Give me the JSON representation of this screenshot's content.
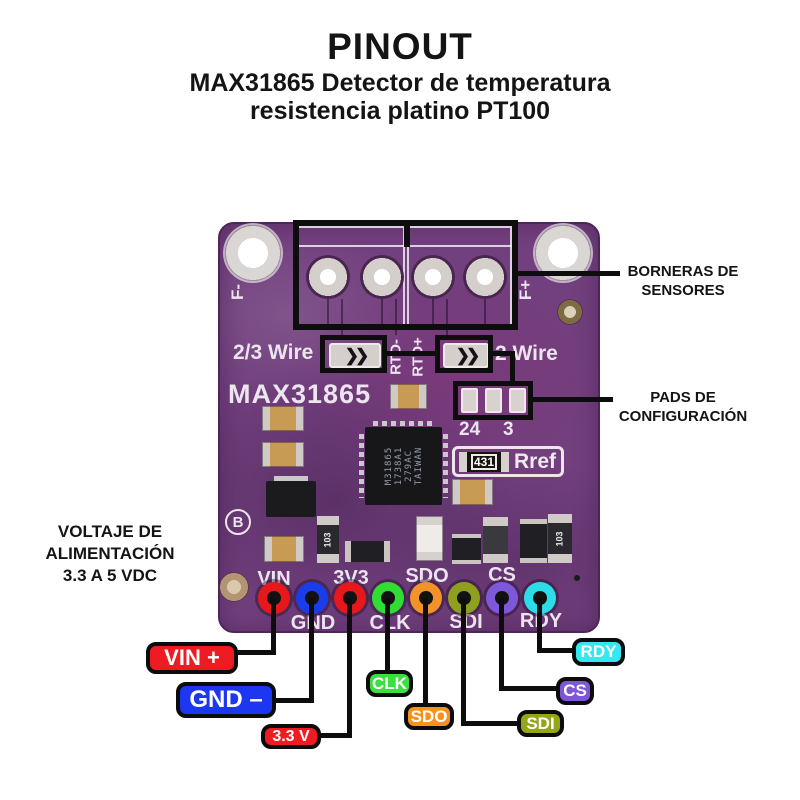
{
  "header": {
    "title": "PINOUT",
    "subtitle": [
      "MAX31865 Detector de temperatura",
      "resistencia platino PT100"
    ]
  },
  "callouts": {
    "sensor_terminals": {
      "line1": "BORNERAS DE",
      "line2": "SENSORES"
    },
    "config_pads": {
      "line1": "PADS DE",
      "line2": "CONFIGURACIÓN"
    },
    "supply_voltage": {
      "line1": "VOLTAJE DE",
      "line2": "ALIMENTACIÓN",
      "line3": "3.3 A 5 VDC"
    }
  },
  "board": {
    "silkscreen": {
      "model": "MAX31865",
      "wire_left": "2/3 Wire",
      "wire_right": "2 Wire",
      "rtd_minus": "RTD-",
      "rtd_plus": "RTD+",
      "force_minus": "F-",
      "force_plus": "F+",
      "config_24": "24",
      "config_3": "3",
      "rref": "Rref",
      "resistor_code": "431",
      "res_code_103": "103",
      "rev_mark": "B",
      "jumper_arrows": "❯❯"
    },
    "chip": {
      "l1": "M31865",
      "l2": "1738A1",
      "l3": "279AC",
      "l4": "TAIWAN"
    },
    "pins": [
      {
        "name": "VIN",
        "color": "#e6181c"
      },
      {
        "name": "GND",
        "color": "#1b3ceb"
      },
      {
        "name": "3V3",
        "color": "#e6181c"
      },
      {
        "name": "CLK",
        "color": "#2fdd33"
      },
      {
        "name": "SDO",
        "color": "#f2932a"
      },
      {
        "name": "SDI",
        "color": "#8fa01e"
      },
      {
        "name": "CS",
        "color": "#7e58da"
      },
      {
        "name": "RDY",
        "color": "#2bdde8"
      }
    ]
  },
  "badges": [
    {
      "label": "VIN +",
      "color": "#ee1b22"
    },
    {
      "label": "GND –",
      "color": "#1c36f2"
    },
    {
      "label": "3.3 V",
      "color": "#ee1b22"
    },
    {
      "label": "CLK",
      "color": "#3ae13e"
    },
    {
      "label": "SDO",
      "color": "#f5931d"
    },
    {
      "label": "SDI",
      "color": "#95a51a"
    },
    {
      "label": "CS",
      "color": "#7e56d8"
    },
    {
      "label": "RDY",
      "color": "#33e8f0"
    }
  ],
  "colors": {
    "board": "#72407e",
    "line": "#0d0d0d"
  }
}
